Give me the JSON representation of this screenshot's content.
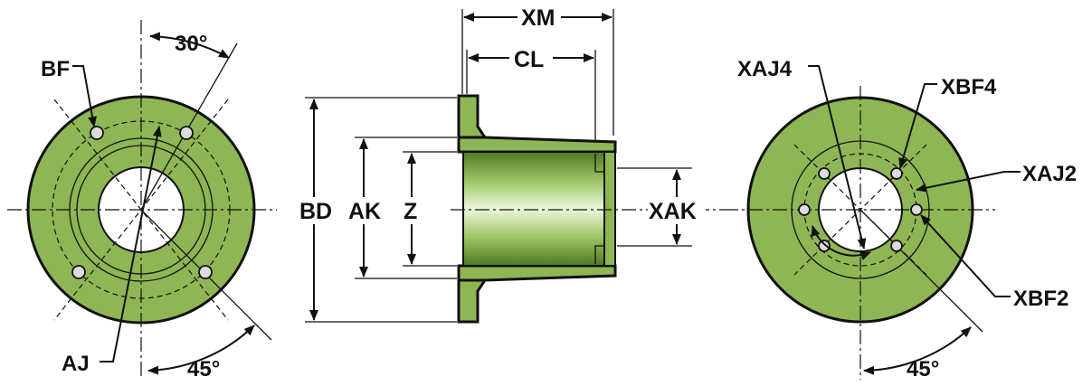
{
  "colors": {
    "part_fill": "#8fb654",
    "part_dark": "#5c8a2c",
    "ink": "#111111",
    "background": "#ffffff"
  },
  "labels": {
    "left": {
      "bf": "BF",
      "angle_top": "30°",
      "aj": "AJ",
      "angle_bottom": "45°"
    },
    "middle": {
      "xm": "XM",
      "cl": "CL",
      "bd": "BD",
      "ak": "AK",
      "z": "Z",
      "xak": "XAK"
    },
    "right": {
      "xaj4": "XAJ4",
      "xbf4": "XBF4",
      "xaj2": "XAJ2",
      "xbf2": "XBF2",
      "angle_bottom": "45°"
    }
  }
}
